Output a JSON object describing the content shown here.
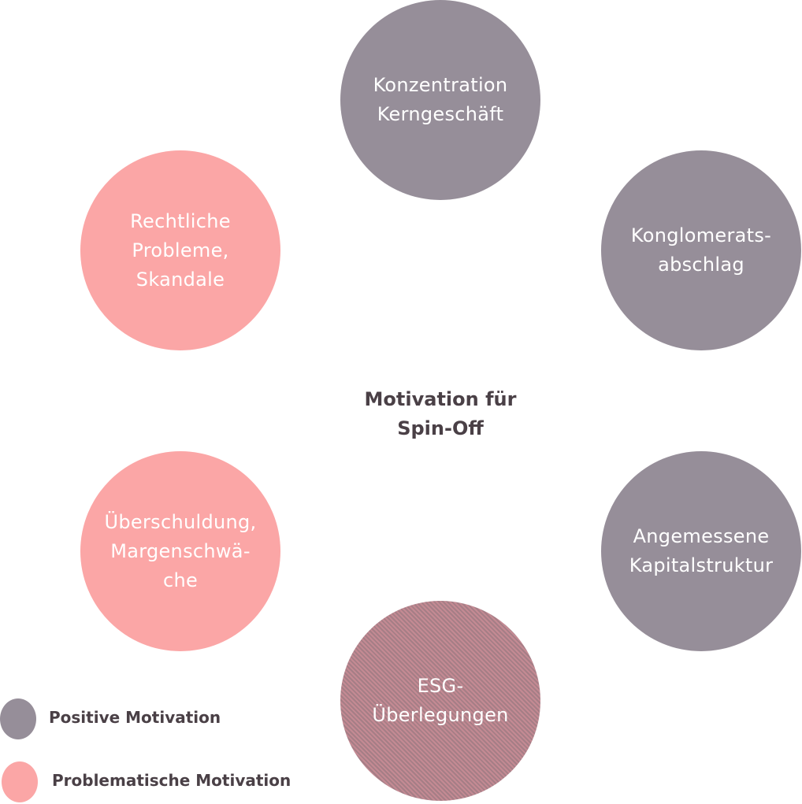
{
  "center": {
    "title": "Motivation für\nSpin-Off"
  },
  "motivations": [
    {
      "id": "kern",
      "label": "Konzentration\nKerngeschäft",
      "category": "positive"
    },
    {
      "id": "konglo",
      "label": "Konglomerats-\nabschlag",
      "category": "positive"
    },
    {
      "id": "kapital",
      "label": "Angemessene\nKapitalstruktur",
      "category": "positive"
    },
    {
      "id": "esg",
      "label": "ESG-\nÜberlegungen",
      "category": "mixed"
    },
    {
      "id": "ueber",
      "label": "Überschuldung,\nMargenschwä-\nche",
      "category": "problematic"
    },
    {
      "id": "recht",
      "label": "Rechtliche\nProbleme,\nSkandale",
      "category": "problematic"
    }
  ],
  "legend": {
    "positive": {
      "label": "Positive Motivation",
      "color": "#968e99"
    },
    "problematic": {
      "label": "Problematische Motivation",
      "color": "#fba6a6"
    }
  },
  "colors": {
    "positive": "#968e99",
    "problematic": "#fba6a6",
    "text_dark": "#4a4046",
    "text_light": "#ffffff"
  }
}
